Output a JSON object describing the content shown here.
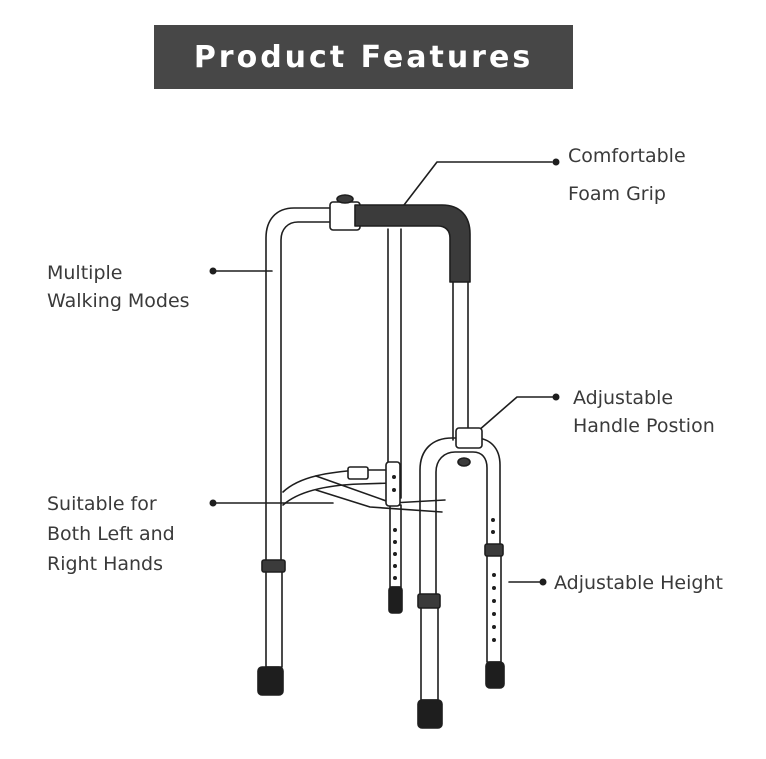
{
  "title": "Product Features",
  "features": {
    "foam_grip": [
      "Comfortable",
      "Foam Grip"
    ],
    "walking_modes": [
      "Multiple",
      "Walking Modes"
    ],
    "handle_position": [
      "Adjustable",
      "Handle Postion"
    ],
    "hands": [
      "Suitable for",
      "Both Left and",
      "Right Hands"
    ],
    "height": [
      "Adjustable Height"
    ]
  },
  "colors": {
    "banner": "#474747",
    "text": "#3a3a3a",
    "foam": "#3b3b3b",
    "frame_stroke": "#1e1e1e"
  },
  "icons": [
    "walker-illustration",
    "callout-dot"
  ]
}
